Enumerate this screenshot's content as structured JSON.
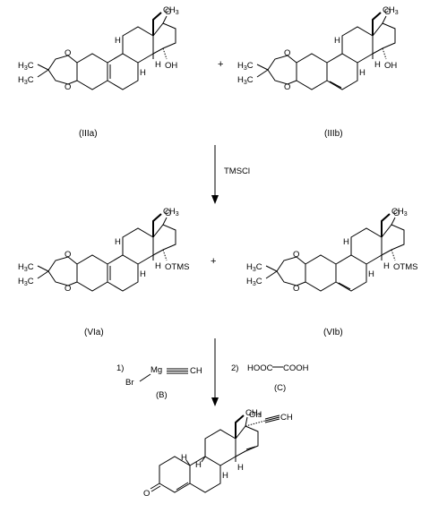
{
  "compounds": {
    "IIIa": {
      "label": "(IIIa)",
      "substituent": "OH"
    },
    "IIIb": {
      "label": "(IIIb)",
      "substituent": "OH"
    },
    "VIa": {
      "label": "(VIa)",
      "substituent": "OTMS"
    },
    "VIb": {
      "label": "(VIb)",
      "substituent": "OTMS"
    },
    "product": {
      "label": ""
    }
  },
  "atoms": {
    "oxygen": "O",
    "hydrogen": "H",
    "ethyl": "CH",
    "ethyl_sub": "3",
    "methyl": "H",
    "methyl_sub": "3",
    "methyl_c": "C",
    "ketone": "O",
    "alkyne_h": "CH"
  },
  "plus_sign": "+",
  "step1": {
    "reagent": "TMSCl"
  },
  "step2": {
    "n1": "1)",
    "grignard_br": "Br",
    "grignard_mg": "Mg",
    "grignard_ch": "CH",
    "grignard_label": "(B)",
    "n2": "2)",
    "acid": "HOOC",
    "acid_b": "COOH",
    "acid_label": "(C)"
  }
}
